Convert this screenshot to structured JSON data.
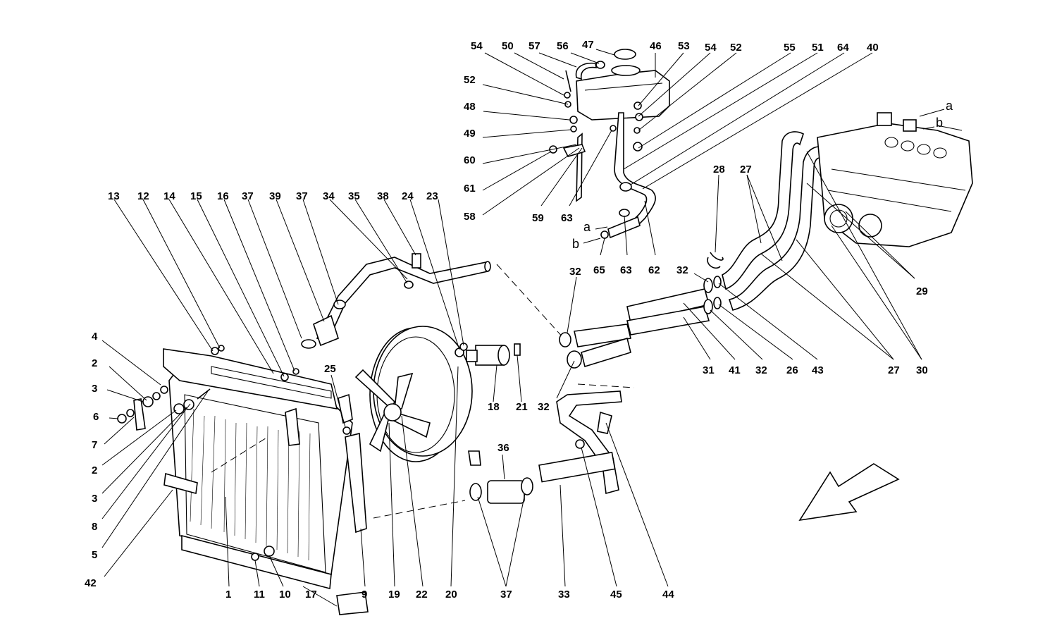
{
  "callouts": [
    "1",
    "2",
    "3",
    "4",
    "5",
    "6",
    "7",
    "8",
    "9",
    "10",
    "11",
    "12",
    "13",
    "14",
    "15",
    "16",
    "17",
    "18",
    "19",
    "20",
    "21",
    "22",
    "23",
    "24",
    "25",
    "26",
    "27",
    "28",
    "29",
    "30",
    "31",
    "32",
    "33",
    "34",
    "35",
    "36",
    "37",
    "38",
    "39",
    "40",
    "41",
    "42",
    "43",
    "44",
    "45",
    "46",
    "47",
    "48",
    "49",
    "50",
    "51",
    "52",
    "53",
    "54",
    "55",
    "56",
    "57",
    "58",
    "59",
    "60",
    "61",
    "62",
    "63",
    "64",
    "65"
  ],
  "connection_letters": [
    "a",
    "b"
  ]
}
